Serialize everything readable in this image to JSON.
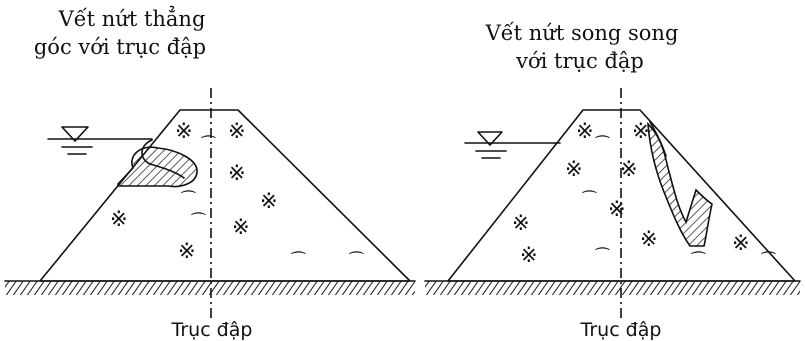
{
  "left_panel": {
    "title_line1": "Vết nứt thẳng",
    "title_line2": "góc với trục đập",
    "axis_label": "Trục đập"
  },
  "right_panel": {
    "title_line1": "Vết nứt song song",
    "title_line2": "với trục đập",
    "axis_label": "Trục đập"
  },
  "symbols": {
    "fill_mark": "※",
    "fill_mark_alt": "⁀"
  },
  "colors": {
    "ink": "#111111",
    "background": "#ffffff"
  }
}
